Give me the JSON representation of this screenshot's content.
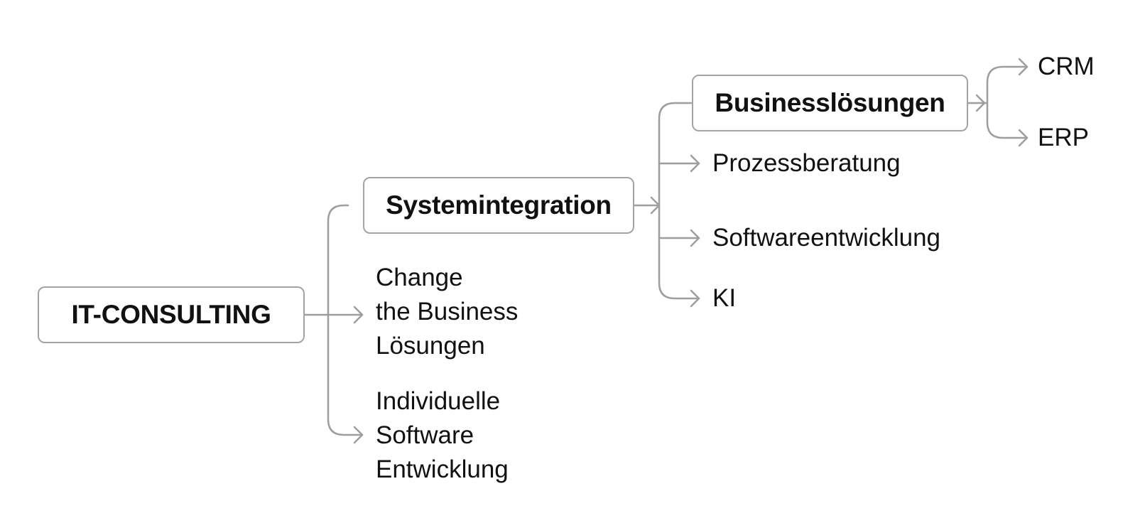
{
  "diagram": {
    "root": "IT-CONSULTING",
    "level1": {
      "systemintegration": "Systemintegration",
      "change_business": [
        "Change",
        "the Business",
        "Lösungen"
      ],
      "individuelle_software": [
        "Individuelle",
        "Software",
        "Entwicklung"
      ]
    },
    "level2": {
      "businessloesungen": "Businesslösungen",
      "prozessberatung": "Prozessberatung",
      "softwareentwicklung": "Softwareentwicklung",
      "ki": "KI"
    },
    "level3": {
      "crm": "CRM",
      "erp": "ERP"
    },
    "colors": {
      "connector": "#9e9e9e",
      "box_border": "#a3a3a3",
      "text": "#111111"
    }
  }
}
